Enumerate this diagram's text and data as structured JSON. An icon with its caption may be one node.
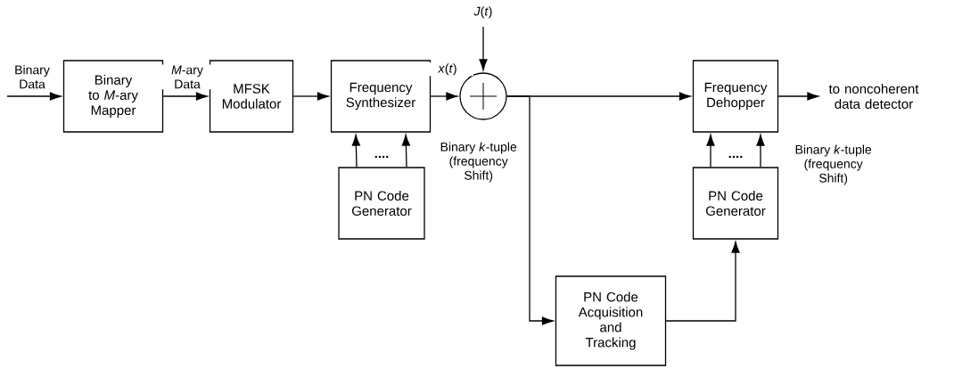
{
  "diagram": {
    "nodes": [
      {
        "text": [
          "Binary to *M*-ary Mapper"
        ]
      },
      {
        "text": [
          "MFSK Modulator"
        ]
      },
      {
        "text": [
          "Frequency Synthesizer"
        ]
      },
      {
        "text": [
          "PN Code Generator"
        ]
      },
      {
        "text": [],
        "shape": "circle"
      },
      {
        "text": [
          "Frequency Dehopper"
        ]
      },
      {
        "text": [
          "PN Code Generator"
        ]
      },
      {
        "text": [
          "PN Code Acquisition and Tracking"
        ]
      },
      {
        "text": [
          "to noncoherent data detector"
        ]
      }
    ],
    "edges": [
      {
        "from": null,
        "to": 0,
        "arrow": "to",
        "label": "Binary Data"
      },
      {
        "from": 0,
        "to": 1,
        "arrow": "to",
        "label": "*M*-ary Data"
      },
      {
        "from": 1,
        "to": 2,
        "arrow": "to"
      },
      {
        "from": 2,
        "to": 4,
        "arrow": "to",
        "label": "*x*(*t*)"
      },
      {
        "from": null,
        "to": 4,
        "arrow": "to",
        "label": "*J*(*t*)"
      },
      {
        "from": 4,
        "to": 5,
        "arrow": "to"
      },
      {
        "from": 4,
        "to": 7,
        "arrow": "to"
      },
      {
        "from": 3,
        "to": 2,
        "arrow": "to"
      },
      {
        "from": 3,
        "to": 2,
        "arrow": "to",
        "label": "Binary *k*-tuple (frequency Shift)"
      },
      {
        "from": 6,
        "to": 5,
        "arrow": "to"
      },
      {
        "from": 6,
        "to": 5,
        "arrow": "to",
        "label": "Binary *k*-tuple (frequency Shift)"
      },
      {
        "from": 7,
        "to": 6,
        "arrow": "to"
      },
      {
        "from": 5,
        "to": 8,
        "arrow": "to"
      }
    ],
    "labels": [
      "....",
      "...."
    ]
  }
}
